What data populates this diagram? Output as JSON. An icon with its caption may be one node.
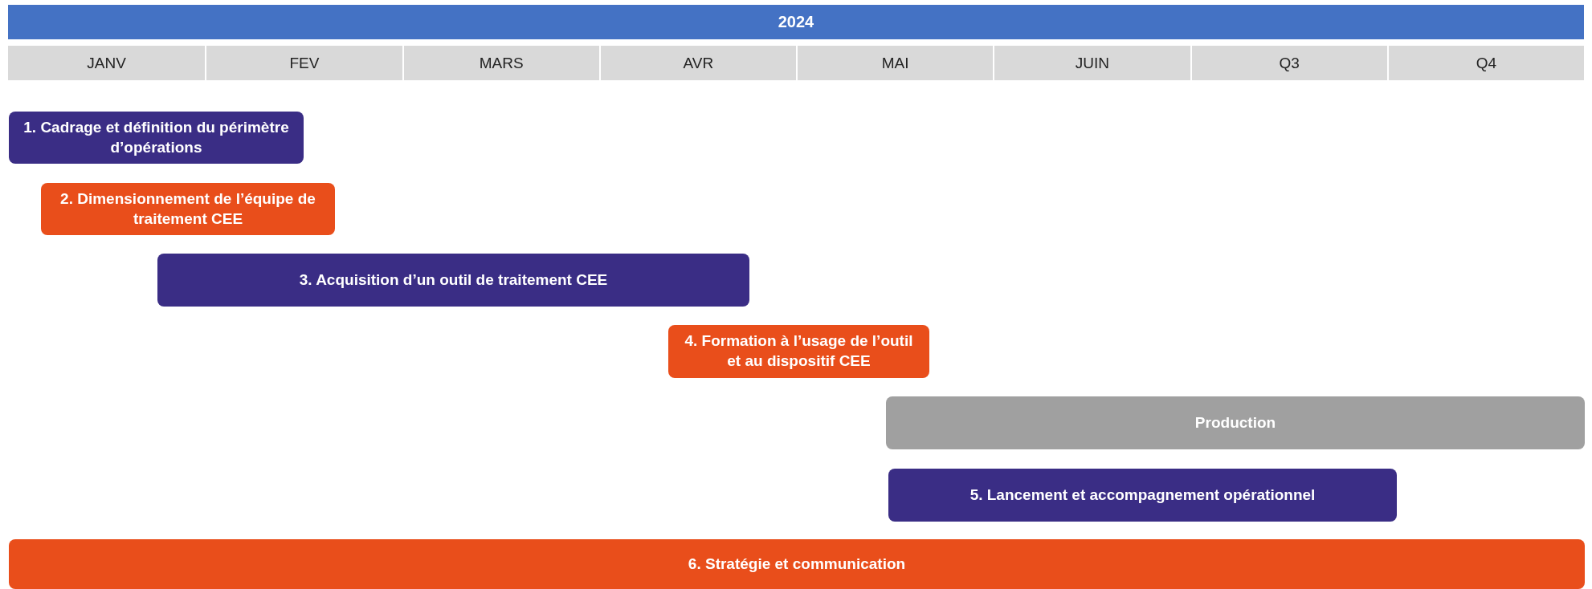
{
  "diagram": {
    "title": "2024",
    "nodes": [
      {
        "text": [
          "1. Cadrage et définition du périmètre d’opérations"
        ]
      },
      {
        "text": [
          "2. Dimensionnement de l’équipe de traitement CEE"
        ]
      },
      {
        "text": [
          "3. Acquisition d’un outil de traitement CEE"
        ]
      },
      {
        "text": [
          "4. Formation à l’usage de l’outil et au dispositif CEE"
        ]
      },
      {
        "text": [
          "Production"
        ]
      },
      {
        "text": [
          "5. Lancement et accompagnement opérationnel"
        ]
      },
      {
        "text": [
          "6. Stratégie et communication"
        ]
      }
    ],
    "labels": [
      "JANV",
      "FEV",
      "MARS",
      "AVR",
      "MAI",
      "JUIN",
      "Q3",
      "Q4"
    ]
  }
}
